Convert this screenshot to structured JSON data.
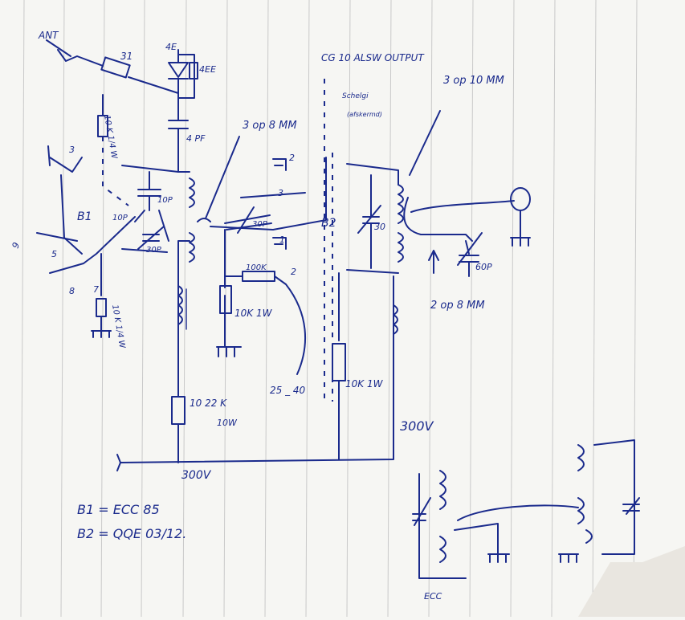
{
  "diagram": {
    "header_note": "CG 10 ALSW OUTPUT",
    "sub_note": "Schelgi",
    "sub_note_2": "(afskermd)",
    "labels": {
      "ant_in": "ANT",
      "r_31": "31",
      "led_label": "4E",
      "d_label": "4EE",
      "c_4pf": "4 PF",
      "r_10k_top": "10 K 1/4 W",
      "coil_3op8mm": "3 op 8 MM",
      "coil_3op10mm": "3 op 10 MM",
      "b1": "B1",
      "c_10p_a": "10P",
      "c_10p_b": "10P",
      "c_30p_b1": "30P",
      "c_30p_mid": "30P",
      "r_100k": "100K",
      "r_10k_1w_mid": "10K 1W",
      "b2": "B2",
      "c_30_b2": "30",
      "c_60p": "60P",
      "coil_2op8mm": "2 op 8 MM",
      "r_10k_1w_b2": "10K 1W",
      "v_25_40": "25 _ 40",
      "r_10_22k": "10 22 K",
      "r_10w": "10W",
      "v_300_bottom": "300V",
      "v_300_right": "300V",
      "r_10k_bottom_left": "10 K 1/4 W",
      "pin_2": "2",
      "pin_3": "3",
      "pin_1": "1",
      "pin_5": "5",
      "pin_8": "8",
      "pin_7": "7",
      "pin_9": "9",
      "pin_2b": "2",
      "pin_3b": "3",
      "ecc_label": "ECC"
    },
    "legend": {
      "b1_def": "B1 = ECC 85",
      "b2_def": "B2 = QQE 03/12."
    }
  }
}
